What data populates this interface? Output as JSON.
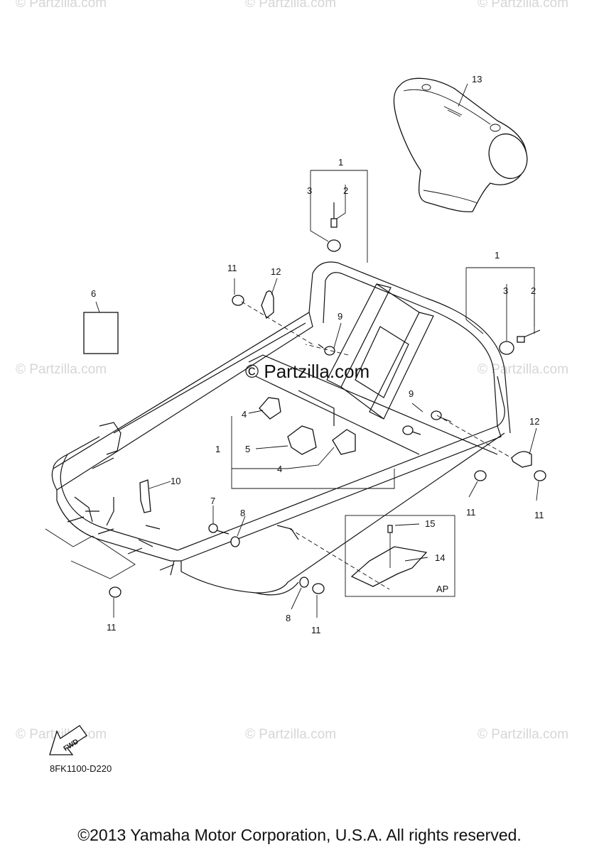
{
  "watermark": "© Partzilla.com",
  "center_watermark": "© Partzilla.com",
  "diagram_code": "8FK1100-D220",
  "copyright": "©2013 Yamaha Motor Corporation, U.S.A. All rights reserved.",
  "fwd_label": "FWD",
  "inset_label": "AP",
  "callouts": {
    "c1a": "1",
    "c2a": "2",
    "c3a": "3",
    "c1b": "1",
    "c2b": "2",
    "c3b": "3",
    "c4a": "4",
    "c4b": "4",
    "c1c": "1",
    "c5": "5",
    "c6": "6",
    "c7": "7",
    "c8a": "8",
    "c8b": "8",
    "c9a": "9",
    "c9b": "9",
    "c10": "10",
    "c11a": "11",
    "c11b": "11",
    "c11c": "11",
    "c11d": "11",
    "c11e": "11",
    "c12a": "12",
    "c12b": "12",
    "c13": "13",
    "c14": "14",
    "c15": "15"
  },
  "colors": {
    "line": "#111111",
    "watermark": "#d6d6d6",
    "background": "#ffffff"
  }
}
